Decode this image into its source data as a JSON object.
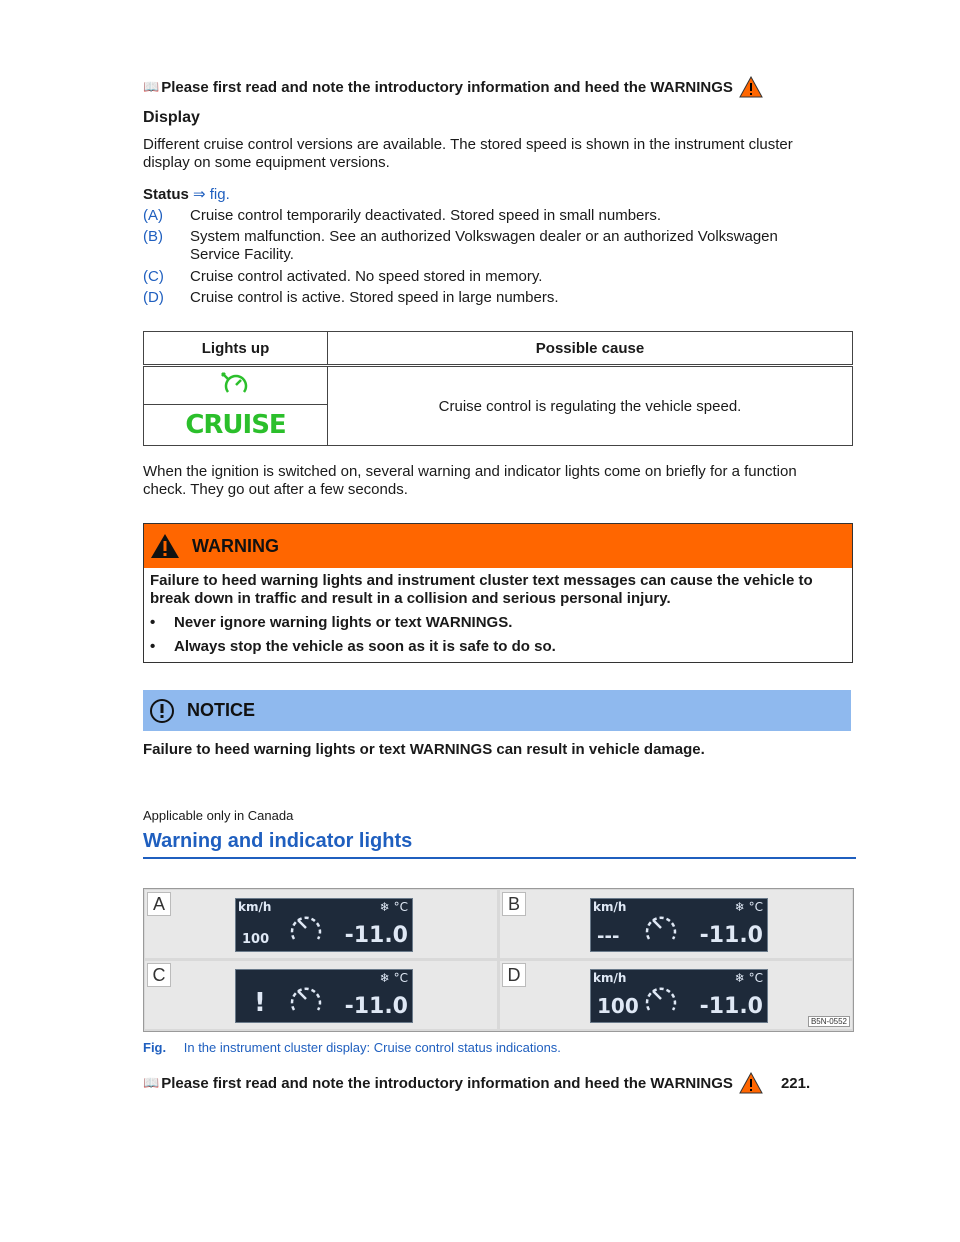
{
  "intro_top": "Please first read and note the introductory information and heed the WARNINGS",
  "display_heading": "Display",
  "display_para": "Different cruise control versions are available. The stored speed is shown in the instrument cluster display on some equipment versions.",
  "status_label": "Status",
  "status_ref": "⇒ fig.",
  "status_items": [
    {
      "key": "(A)",
      "text": "Cruise control temporarily deactivated. Stored speed in small numbers."
    },
    {
      "key": "(B)",
      "text": "System malfunction. See an authorized Volkswagen dealer or an authorized Volkswagen Service Facility."
    },
    {
      "key": "(C)",
      "text": "Cruise control activated. No speed stored in memory."
    },
    {
      "key": "(D)",
      "text": "Cruise control is active. Stored speed in large numbers."
    }
  ],
  "table": {
    "col1": "Lights up",
    "col2": "Possible cause",
    "cause": "Cruise control is regulating the vehicle speed.",
    "cruise_label": "CRUISE",
    "icon_color": "#2bbf2b"
  },
  "ignition_para": "When the ignition is switched on, several warning and indicator lights come on briefly for a function check. They go out after a few seconds.",
  "warning": {
    "title": "WARNING",
    "body": "Failure to heed warning lights and instrument cluster text messages can cause the vehicle to break down in traffic and result in a collision and serious personal injury.",
    "bullets": [
      "Never ignore warning lights or text WARNINGS.",
      "Always stop the vehicle as soon as it is safe to do so."
    ],
    "color": "#ff6600"
  },
  "notice": {
    "title": "NOTICE",
    "body": "Failure to heed warning lights or text WARNINGS can result in vehicle damage.",
    "color": "#8fb9ee"
  },
  "applicable": "Applicable only in Canada",
  "section_title": "Warning and indicator lights",
  "figure": {
    "panels": [
      {
        "label": "A",
        "unit": "km/h",
        "speed": "100",
        "temp": "-11.0",
        "temp_unit": "❄ °C"
      },
      {
        "label": "B",
        "unit": "km/h",
        "speed": "---",
        "temp": "-11.0",
        "temp_unit": "❄ °C"
      },
      {
        "label": "C",
        "unit": "",
        "speed": "!",
        "temp": "-11.0",
        "temp_unit": "❄ °C"
      },
      {
        "label": "D",
        "unit": "km/h",
        "speed": "100",
        "temp": "-11.0",
        "temp_unit": "❄ °C"
      }
    ],
    "code": "B5N-0552"
  },
  "caption_fig": "Fig.",
  "caption_text": "In the instrument cluster display: Cruise control status indications.",
  "intro_bottom": "Please first read and note the introductory information and heed the WARNINGS",
  "page_ref": "221."
}
